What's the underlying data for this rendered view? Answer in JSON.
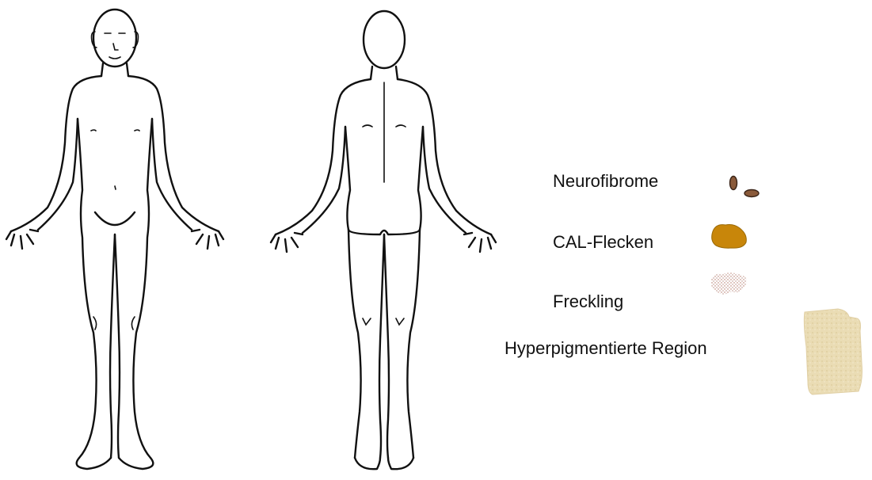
{
  "legend": {
    "items": [
      {
        "key": "neurofibrome",
        "label": "Neurofibrome",
        "icon": "neurofibroma-dots-icon",
        "color": "#8a5a3a"
      },
      {
        "key": "cal",
        "label": "CAL-Flecken",
        "icon": "cafe-au-lait-spot-icon",
        "color": "#c8860a"
      },
      {
        "key": "freckling",
        "label": "Freckling",
        "icon": "freckling-dots-icon",
        "color": "#b07060"
      },
      {
        "key": "hyper",
        "label": "Hyperpigmentierte Region",
        "icon": "hyperpigmented-region-icon",
        "color": "#eadcb4"
      }
    ]
  },
  "figures": {
    "front": {
      "icon": "body-front-outline-icon"
    },
    "back": {
      "icon": "body-back-outline-icon"
    }
  }
}
